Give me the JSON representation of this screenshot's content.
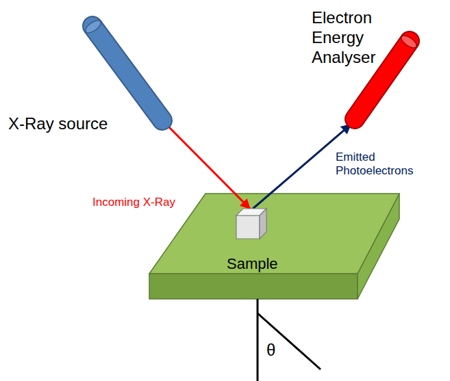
{
  "diagram": {
    "nodes": [
      {
        "text": [
          "X-Ray source"
        ]
      },
      {
        "text": [
          "Electron Energy Analyser"
        ]
      },
      {
        "text": [
          "Sample"
        ]
      }
    ],
    "edges": [
      {
        "from": 0,
        "to": 2,
        "arrow": "to",
        "label": "Incoming X-Ray"
      },
      {
        "from": 2,
        "to": 1,
        "arrow": "to",
        "label": "Emitted Photoelectrons"
      }
    ],
    "labels": [
      "θ"
    ]
  }
}
